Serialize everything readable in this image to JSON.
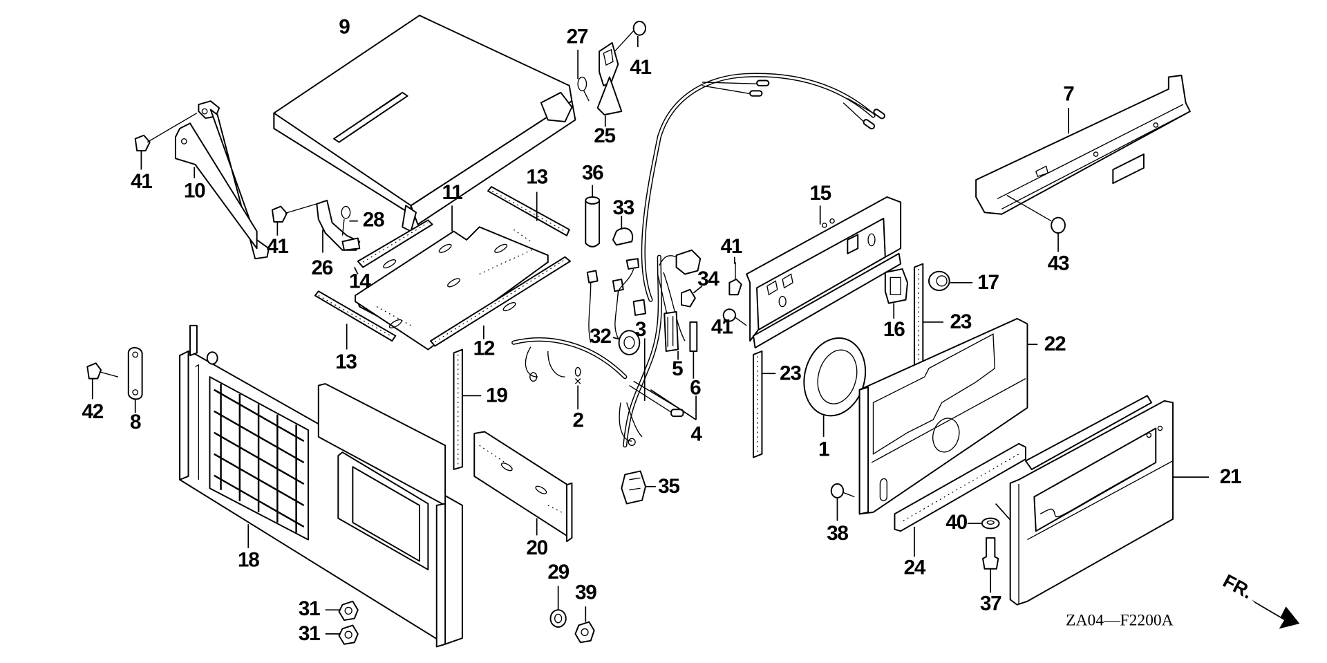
{
  "diagram": {
    "drawing_code": "ZA04—F2200A",
    "front_indicator": "FR.",
    "colors": {
      "ink": "#000000",
      "paper": "#ffffff"
    }
  },
  "callouts": [
    {
      "id": "c1",
      "label": "1",
      "part": "gasket-ring"
    },
    {
      "id": "c2",
      "label": "2",
      "part": "wire-clip"
    },
    {
      "id": "c3",
      "label": "3",
      "part": "connector"
    },
    {
      "id": "c4",
      "label": "4",
      "part": "harness-lead"
    },
    {
      "id": "c5",
      "label": "5",
      "part": "fuse-holder"
    },
    {
      "id": "c6",
      "label": "6",
      "part": "fuse"
    },
    {
      "id": "c7",
      "label": "7",
      "part": "frame-rail"
    },
    {
      "id": "c8",
      "label": "8",
      "part": "stay-link"
    },
    {
      "id": "c9",
      "label": "9",
      "part": "top-cover"
    },
    {
      "id": "c10",
      "label": "10",
      "part": "cover-stay"
    },
    {
      "id": "c11",
      "label": "11",
      "part": "base-plate"
    },
    {
      "id": "c12",
      "label": "12",
      "part": "seal-strip"
    },
    {
      "id": "c13a",
      "label": "13",
      "part": "seal-strip"
    },
    {
      "id": "c13b",
      "label": "13",
      "part": "seal-strip"
    },
    {
      "id": "c14",
      "label": "14",
      "part": "seal-strip"
    },
    {
      "id": "c15",
      "label": "15",
      "part": "control-panel-frame"
    },
    {
      "id": "c16",
      "label": "16",
      "part": "receptacle-socket"
    },
    {
      "id": "c17",
      "label": "17",
      "part": "grommet"
    },
    {
      "id": "c18",
      "label": "18",
      "part": "side-panel-with-grille"
    },
    {
      "id": "c19",
      "label": "19",
      "part": "seal-strip-vertical"
    },
    {
      "id": "c20",
      "label": "20",
      "part": "insulation-pad"
    },
    {
      "id": "c21",
      "label": "21",
      "part": "front-cover"
    },
    {
      "id": "c22",
      "label": "22",
      "part": "rear-panel"
    },
    {
      "id": "c23a",
      "label": "23",
      "part": "seal-strip-vertical"
    },
    {
      "id": "c23b",
      "label": "23",
      "part": "seal-strip-vertical"
    },
    {
      "id": "c24",
      "label": "24",
      "part": "seal-strip"
    },
    {
      "id": "c25",
      "label": "25",
      "part": "latch-bracket"
    },
    {
      "id": "c26",
      "label": "26",
      "part": "latch-bracket"
    },
    {
      "id": "c27",
      "label": "27",
      "part": "spring-pin"
    },
    {
      "id": "c28",
      "label": "28",
      "part": "spring-pin"
    },
    {
      "id": "c29",
      "label": "29",
      "part": "washer"
    },
    {
      "id": "c31a",
      "label": "31",
      "part": "nut"
    },
    {
      "id": "c31b",
      "label": "31",
      "part": "nut"
    },
    {
      "id": "c32",
      "label": "32",
      "part": "pilot-lamp"
    },
    {
      "id": "c33",
      "label": "33",
      "part": "clamp"
    },
    {
      "id": "c34",
      "label": "34",
      "part": "grommet"
    },
    {
      "id": "c35",
      "label": "35",
      "part": "switch"
    },
    {
      "id": "c36",
      "label": "36",
      "part": "capacitor"
    },
    {
      "id": "c37",
      "label": "37",
      "part": "bolt"
    },
    {
      "id": "c38",
      "label": "38",
      "part": "screw"
    },
    {
      "id": "c39",
      "label": "39",
      "part": "nut"
    },
    {
      "id": "c40",
      "label": "40",
      "part": "washer"
    },
    {
      "id": "c41a",
      "label": "41",
      "part": "flange-bolt"
    },
    {
      "id": "c41b",
      "label": "41",
      "part": "flange-bolt"
    },
    {
      "id": "c41c",
      "label": "41",
      "part": "flange-bolt"
    },
    {
      "id": "c41d",
      "label": "41",
      "part": "flange-bolt"
    },
    {
      "id": "c41e",
      "label": "41",
      "part": "flange-bolt"
    },
    {
      "id": "c42",
      "label": "42",
      "part": "bolt"
    },
    {
      "id": "c43",
      "label": "43",
      "part": "flange-bolt"
    }
  ]
}
